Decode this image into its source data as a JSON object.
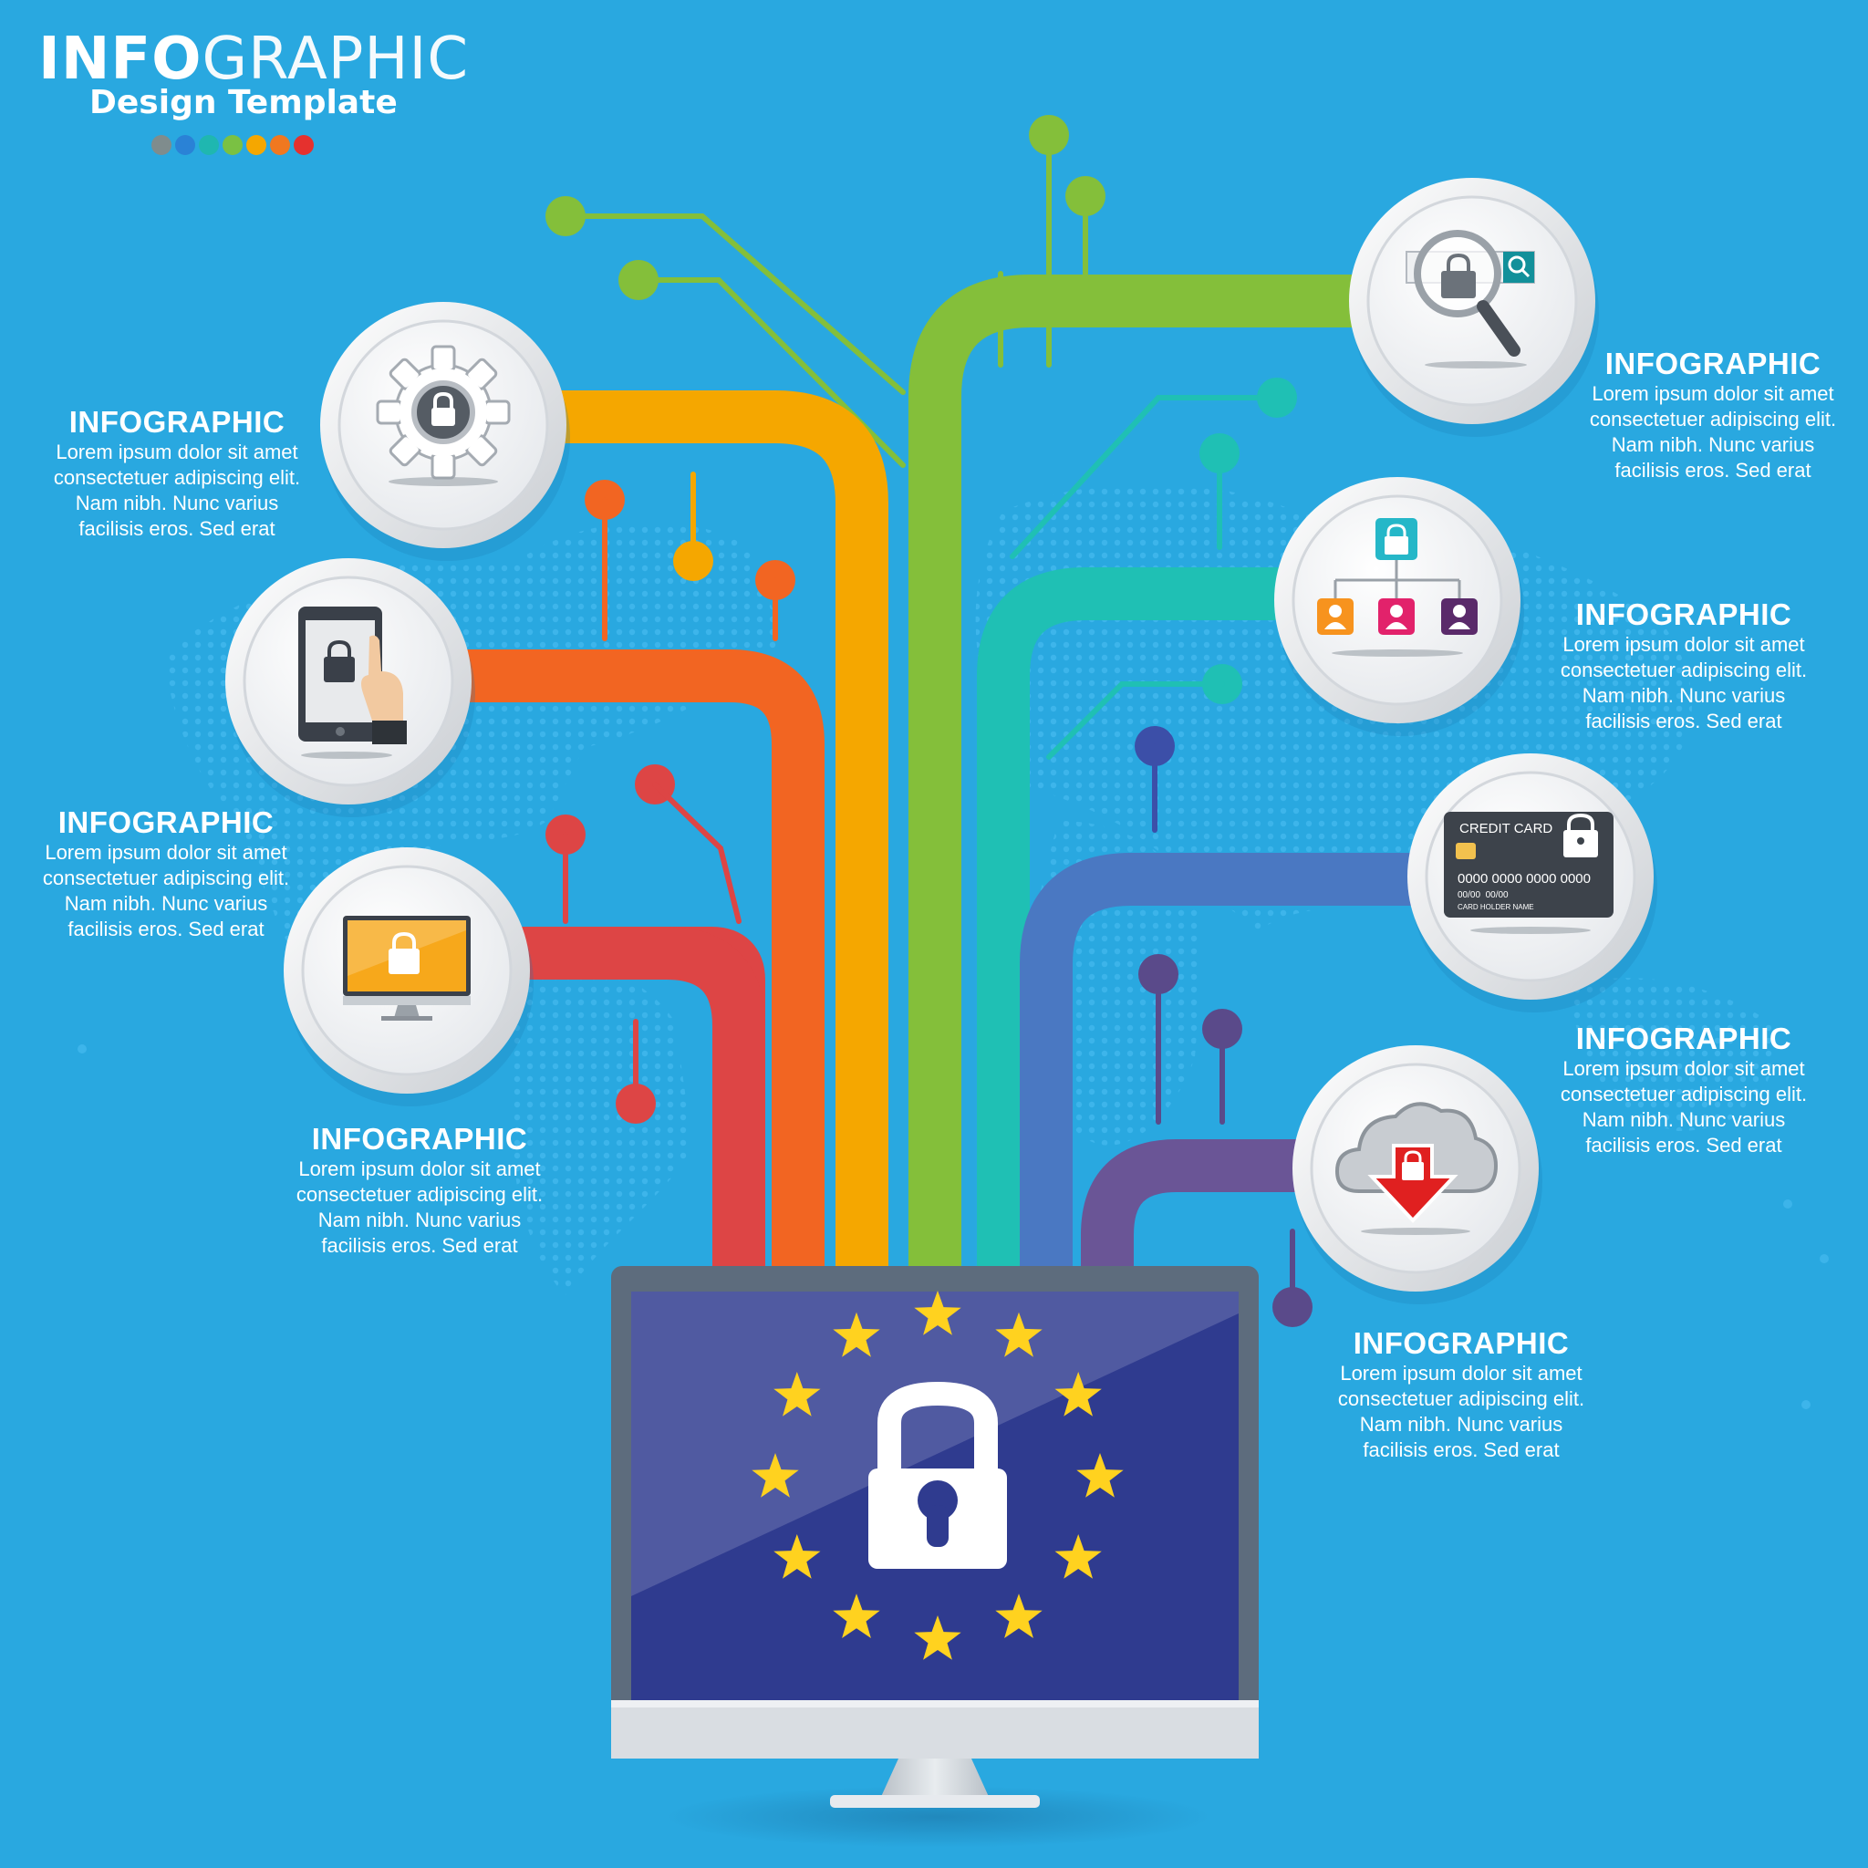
{
  "header": {
    "title_bold": "INFO",
    "title_light": "GRAPHIC",
    "subtitle": "Design Template",
    "dot_colors": [
      "#7f8c8d",
      "#2a82d6",
      "#1fb7b0",
      "#7ac143",
      "#f5a700",
      "#f07820",
      "#e5312e"
    ]
  },
  "items": [
    {
      "id": "gear-lock",
      "heading": "INFOGRAPHIC",
      "lines": [
        "Lorem ipsum dolor sit amet",
        "consectetuer adipiscing elit.",
        "Nam nibh. Nunc varius",
        "facilisis eros. Sed erat"
      ],
      "color": "#f5a700",
      "icon": "gear-lock-icon"
    },
    {
      "id": "tablet-lock",
      "heading": "INFOGRAPHIC",
      "lines": [
        "Lorem ipsum dolor sit amet",
        "consectetuer adipiscing elit.",
        "Nam nibh. Nunc varius",
        "facilisis eros. Sed erat"
      ],
      "color": "#f26522",
      "icon": "tablet-lock-icon"
    },
    {
      "id": "monitor-lock",
      "heading": "INFOGRAPHIC",
      "lines": [
        "Lorem ipsum dolor sit amet",
        "consectetuer adipiscing elit.",
        "Nam nibh. Nunc varius",
        "facilisis eros. Sed erat"
      ],
      "color": "#dd4545",
      "icon": "monitor-lock-icon"
    },
    {
      "id": "search-lock",
      "heading": "INFOGRAPHIC",
      "lines": [
        "Lorem ipsum dolor sit amet",
        "consectetuer adipiscing elit.",
        "Nam nibh. Nunc varius",
        "facilisis eros. Sed erat"
      ],
      "color": "#84bf3a",
      "icon": "magnifier-lock-icon"
    },
    {
      "id": "network-lock",
      "heading": "INFOGRAPHIC",
      "lines": [
        "Lorem ipsum dolor sit amet",
        "consectetuer adipiscing elit.",
        "Nam nibh. Nunc varius",
        "facilisis eros. Sed erat"
      ],
      "color": "#1fc0b4",
      "icon": "org-chart-lock-icon"
    },
    {
      "id": "card-lock",
      "heading": "INFOGRAPHIC",
      "lines": [
        "Lorem ipsum dolor sit amet",
        "consectetuer adipiscing elit.",
        "Nam nibh. Nunc varius",
        "facilisis eros. Sed erat"
      ],
      "color": "#4a78c2",
      "icon": "credit-card-lock-icon"
    },
    {
      "id": "cloud-lock",
      "heading": "INFOGRAPHIC",
      "lines": [
        "Lorem ipsum dolor sit amet",
        "consectetuer adipiscing elit.",
        "Nam nibh. Nunc varius",
        "facilisis eros. Sed erat"
      ],
      "color": "#6a5596",
      "icon": "cloud-download-lock-icon"
    }
  ],
  "card": {
    "label": "CREDIT CARD",
    "number": "0000 0000 0000 0000",
    "dates": "00/00  00/00",
    "holder": "CARD HOLDER NAME"
  },
  "monitor": {
    "screen_color": "#2f3b8f",
    "star_color": "#ffd21f",
    "icon": "eu-padlock-icon"
  }
}
